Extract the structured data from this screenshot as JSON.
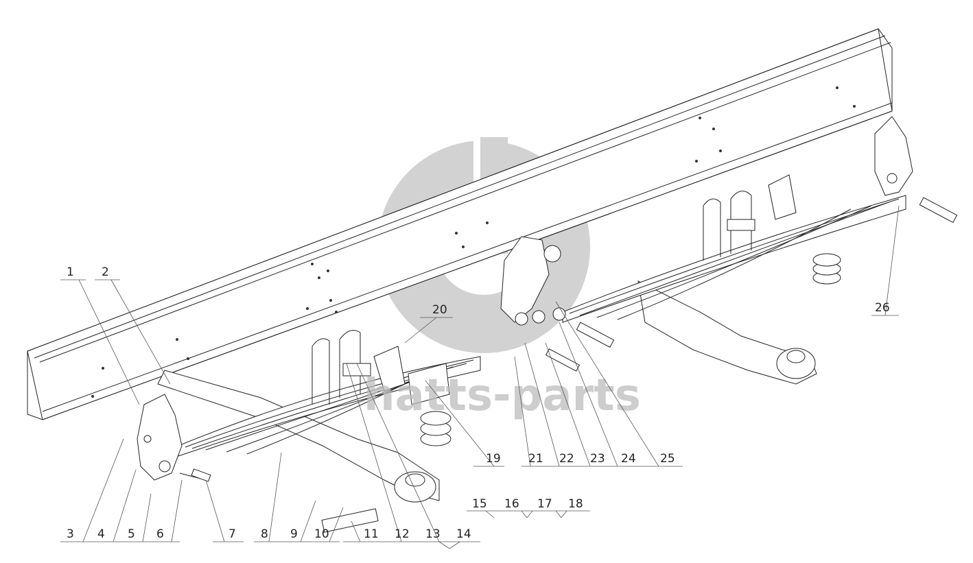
{
  "watermark": {
    "text": "hatts-parts",
    "logo": "gb-logo"
  },
  "callouts": [
    "1",
    "2",
    "3",
    "4",
    "5",
    "6",
    "7",
    "8",
    "9",
    "10",
    "11",
    "12",
    "13",
    "14",
    "15",
    "16",
    "17",
    "18",
    "19",
    "20",
    "21",
    "22",
    "23",
    "24",
    "25",
    "26"
  ]
}
